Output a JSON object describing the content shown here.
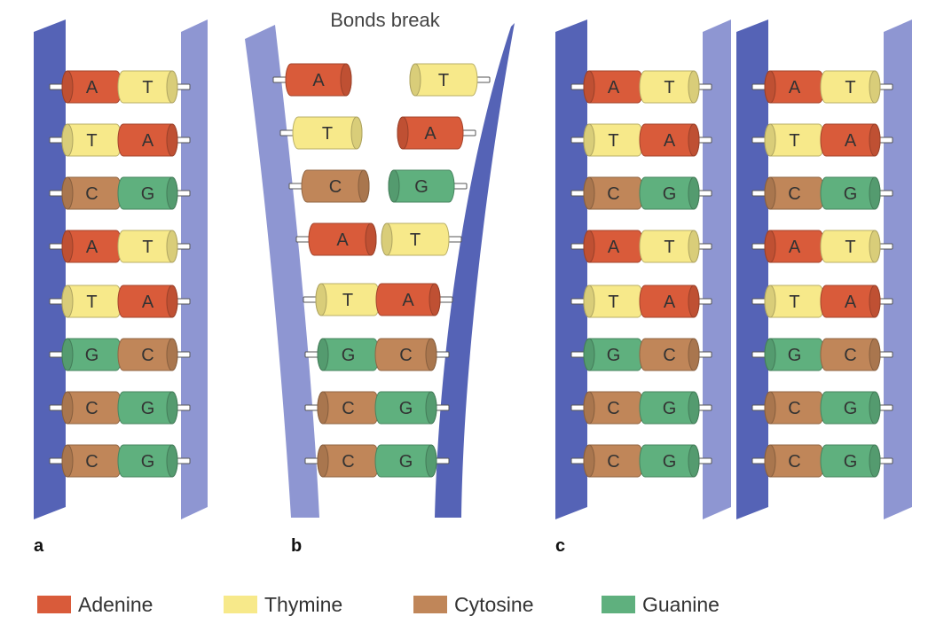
{
  "title": "Bonds break",
  "panels": [
    {
      "label": "a",
      "pairs": [
        [
          "A",
          "T"
        ],
        [
          "T",
          "A"
        ],
        [
          "C",
          "G"
        ],
        [
          "A",
          "T"
        ],
        [
          "T",
          "A"
        ],
        [
          "G",
          "C"
        ],
        [
          "C",
          "G"
        ],
        [
          "C",
          "G"
        ]
      ]
    },
    {
      "label": "b",
      "pairs": [
        [
          "A",
          "T"
        ],
        [
          "T",
          "A"
        ],
        [
          "C",
          "G"
        ],
        [
          "A",
          "T"
        ],
        [
          "T",
          "A"
        ],
        [
          "G",
          "C"
        ],
        [
          "C",
          "G"
        ],
        [
          "C",
          "G"
        ]
      ]
    },
    {
      "label": "c",
      "pairs": [
        [
          "A",
          "T"
        ],
        [
          "T",
          "A"
        ],
        [
          "C",
          "G"
        ],
        [
          "A",
          "T"
        ],
        [
          "T",
          "A"
        ],
        [
          "G",
          "C"
        ],
        [
          "C",
          "G"
        ],
        [
          "C",
          "G"
        ]
      ]
    }
  ],
  "legend": [
    {
      "label": "Adenine",
      "color": "#d95b3a"
    },
    {
      "label": "Thymine",
      "color": "#f7e98a"
    },
    {
      "label": "Cytosine",
      "color": "#c08659"
    },
    {
      "label": "Guanine",
      "color": "#5fb07e"
    }
  ],
  "colors": {
    "backbone_dark": "#5563b6",
    "backbone_light": "#8e96d2"
  }
}
